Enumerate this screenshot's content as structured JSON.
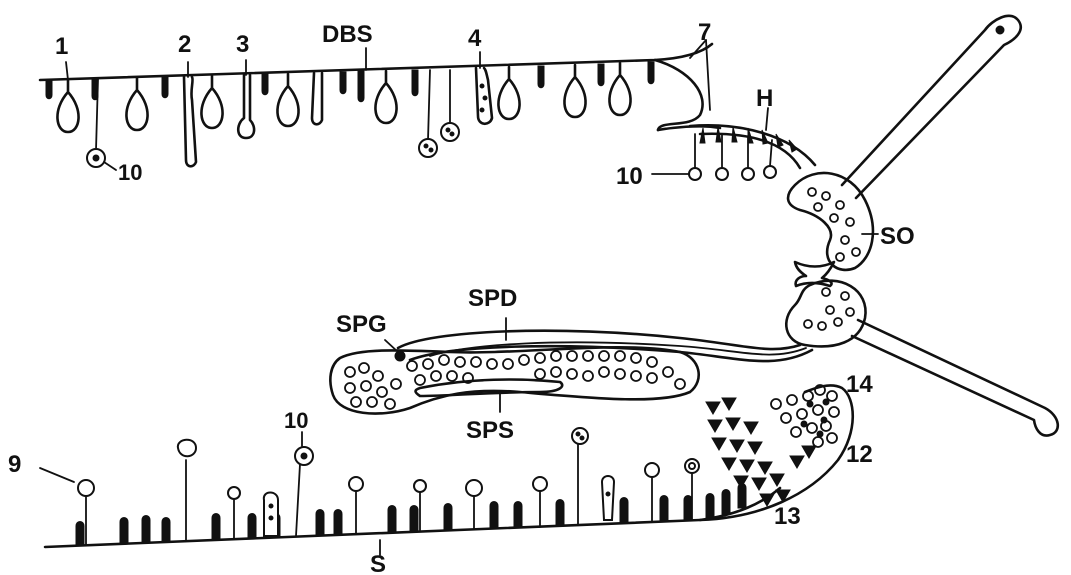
{
  "figure": {
    "labels": {
      "cell_1": "1",
      "cell_2": "2",
      "cell_3": "3",
      "cell_4": "4",
      "cell_7": "7",
      "cell_9": "9",
      "cell_10_a": "10",
      "cell_10_b": "10",
      "cell_10_c": "10",
      "cell_12": "12",
      "cell_13": "13",
      "cell_14": "14",
      "dbs": "DBS",
      "h": "H",
      "so": "SO",
      "spd": "SPD",
      "spg": "SPG",
      "sps": "SPS",
      "s": "S"
    },
    "colors": {
      "ink": "#111111",
      "paper": "#ffffff"
    }
  }
}
